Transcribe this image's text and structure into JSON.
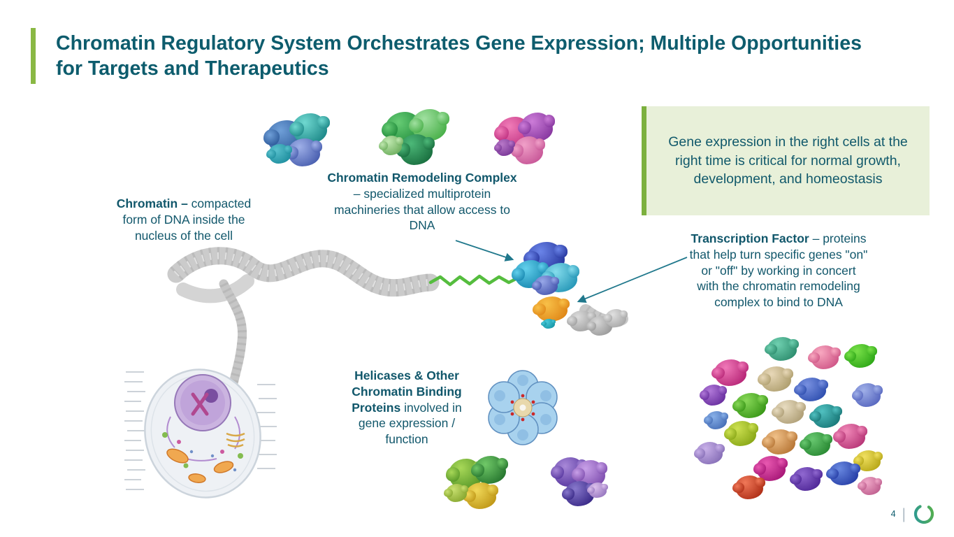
{
  "slide": {
    "title": "Chromatin Regulatory System Orchestrates Gene Expression; Multiple Opportunities for Targets and Therapeutics",
    "page_number": "4",
    "divider": "|"
  },
  "highlight_box": {
    "text": "Gene expression in the right cells at the right time is critical for normal growth, development, and homeostasis"
  },
  "labels": {
    "chromatin": {
      "bold": "Chromatin –",
      "rest": " compacted form of DNA inside the nucleus of the cell"
    },
    "remodeling_complex": {
      "bold": "Chromatin Remodeling Complex",
      "rest": " – specialized multiprotein machineries that allow access to DNA"
    },
    "transcription_factor": {
      "bold": "Transcription Factor",
      "rest": " – proteins that help turn specific genes \"on\" or \"off\" by working in concert with the chromatin remodeling complex to bind to DNA"
    },
    "helicases": {
      "bold": "Helicases & Other Chromatin Binding Proteins",
      "rest": " involved in gene expression / function"
    }
  },
  "colors": {
    "title_teal": "#0d5c6d",
    "accent_green": "#8ab844",
    "box_background": "#e8f0d9",
    "box_border_green": "#7cb03e",
    "arrow_teal": "#20788c",
    "dna_green": "#55bd3e"
  },
  "icons": {
    "logo": "open-circle-logo"
  }
}
